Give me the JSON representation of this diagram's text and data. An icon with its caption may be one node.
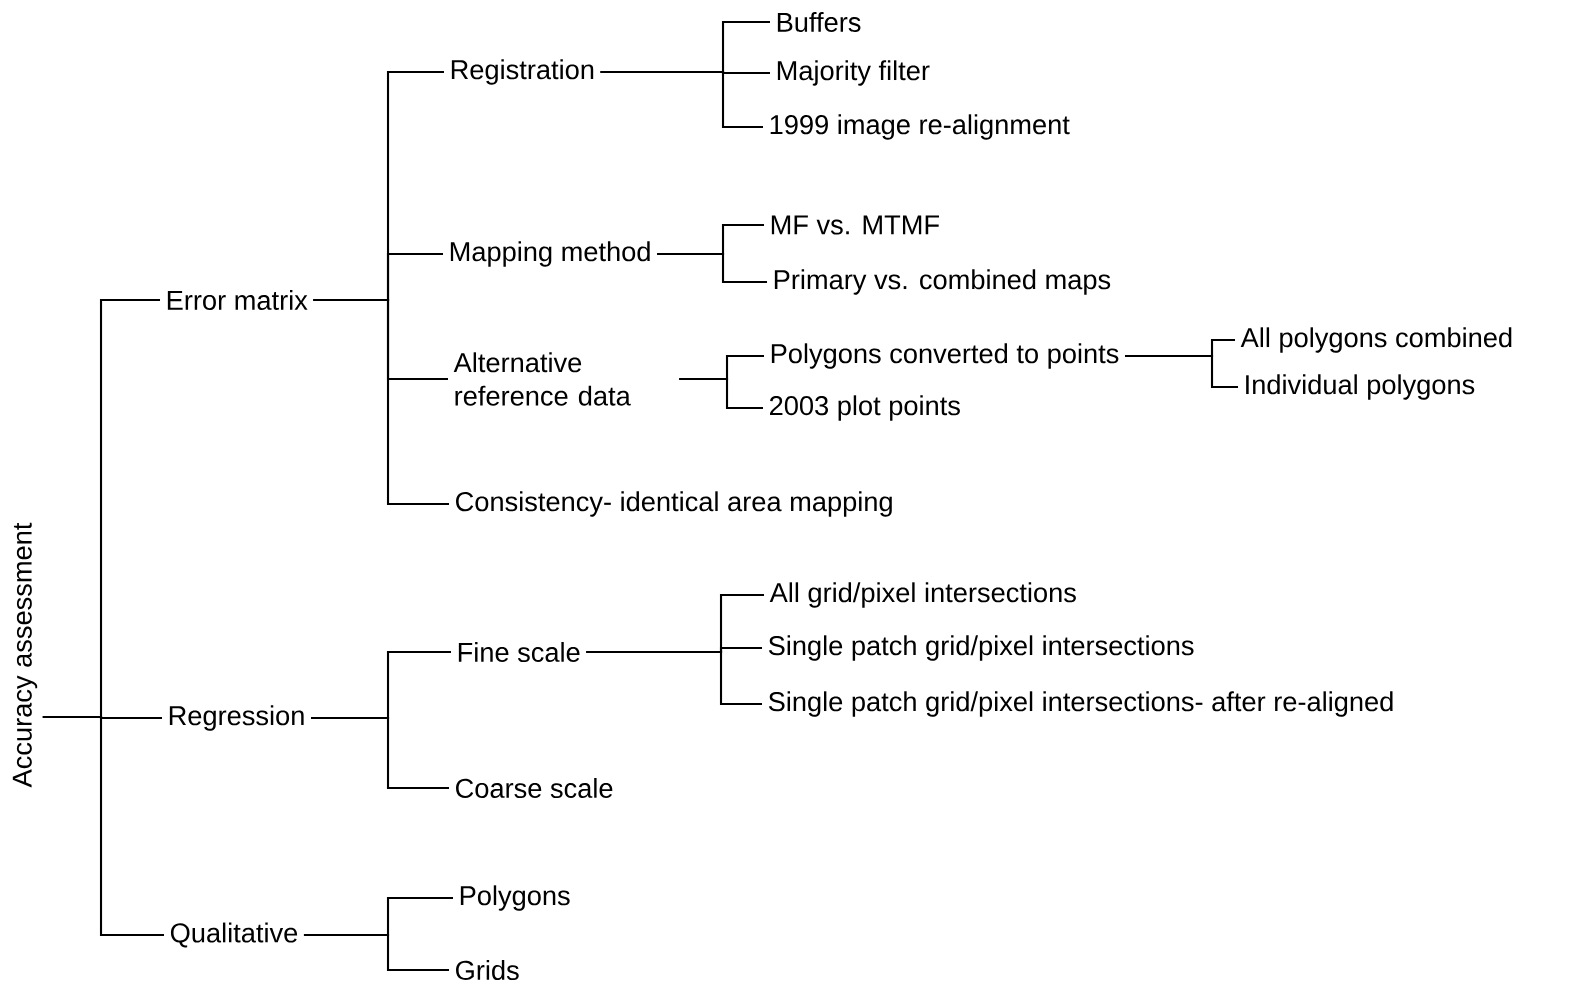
{
  "diagram": {
    "nodes": [
      {
        "text": [
          "Accuracy assessment"
        ]
      },
      {
        "text": [
          "Error matrix"
        ]
      },
      {
        "text": [
          "Regression"
        ]
      },
      {
        "text": [
          "Qualitative"
        ]
      },
      {
        "text": [
          "Registration"
        ]
      },
      {
        "text": [
          "Mapping method"
        ]
      },
      {
        "text": [
          "Alternative reference data"
        ]
      },
      {
        "text": [
          "Consistency- identical area mapping"
        ]
      },
      {
        "text": [
          "Fine scale"
        ]
      },
      {
        "text": [
          "Coarse scale"
        ]
      },
      {
        "text": [
          "Polygons"
        ]
      },
      {
        "text": [
          "Grids"
        ]
      },
      {
        "text": [
          "Buffers"
        ]
      },
      {
        "text": [
          "Majority filter"
        ]
      },
      {
        "text": [
          "1999 image re-alignment"
        ]
      },
      {
        "text": [
          "MF vs. MTMF"
        ]
      },
      {
        "text": [
          "Primary vs. combined maps"
        ]
      },
      {
        "text": [
          "Polygons converted to points"
        ]
      },
      {
        "text": [
          "2003 plot points"
        ]
      },
      {
        "text": [
          "All grid/pixel intersections"
        ]
      },
      {
        "text": [
          "Single patch grid/pixel intersections"
        ]
      },
      {
        "text": [
          "Single patch grid/pixel intersections- after re-aligned"
        ]
      },
      {
        "text": [
          "All polygons combined"
        ]
      },
      {
        "text": [
          "Individual polygons"
        ]
      }
    ],
    "edges": [
      {
        "from": 0,
        "to": 1,
        "arrow": "none"
      },
      {
        "from": 0,
        "to": 2,
        "arrow": "none"
      },
      {
        "from": 0,
        "to": 3,
        "arrow": "none"
      },
      {
        "from": 1,
        "to": 4,
        "arrow": "none"
      },
      {
        "from": 1,
        "to": 5,
        "arrow": "none"
      },
      {
        "from": 1,
        "to": 6,
        "arrow": "none"
      },
      {
        "from": 1,
        "to": 7,
        "arrow": "none"
      },
      {
        "from": 2,
        "to": 8,
        "arrow": "none"
      },
      {
        "from": 2,
        "to": 9,
        "arrow": "none"
      },
      {
        "from": 3,
        "to": 10,
        "arrow": "none"
      },
      {
        "from": 3,
        "to": 11,
        "arrow": "none"
      },
      {
        "from": 4,
        "to": 12,
        "arrow": "none"
      },
      {
        "from": 4,
        "to": 13,
        "arrow": "none"
      },
      {
        "from": 4,
        "to": 14,
        "arrow": "none"
      },
      {
        "from": 5,
        "to": 15,
        "arrow": "none"
      },
      {
        "from": 5,
        "to": 16,
        "arrow": "none"
      },
      {
        "from": 6,
        "to": 17,
        "arrow": "none"
      },
      {
        "from": 6,
        "to": 18,
        "arrow": "none"
      },
      {
        "from": 8,
        "to": 19,
        "arrow": "none"
      },
      {
        "from": 8,
        "to": 20,
        "arrow": "none"
      },
      {
        "from": 8,
        "to": 21,
        "arrow": "none"
      },
      {
        "from": 17,
        "to": 22,
        "arrow": "none"
      },
      {
        "from": 17,
        "to": 23,
        "arrow": "none"
      }
    ]
  }
}
